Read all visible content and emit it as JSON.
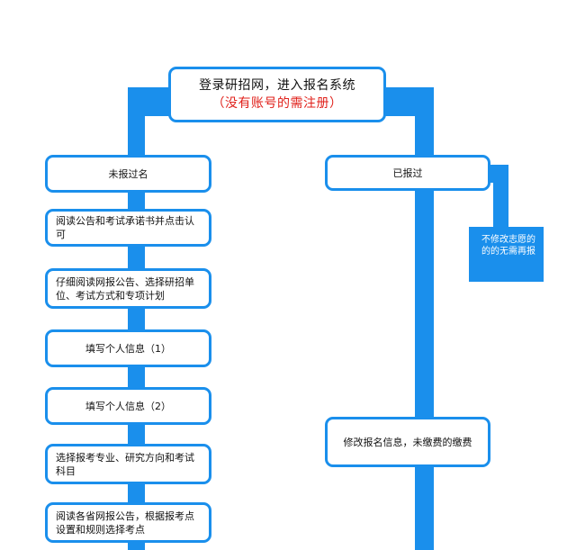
{
  "top": {
    "line1": "登录研招网，进入报名系统",
    "line2": "（没有账号的需注册）"
  },
  "left_branch": {
    "header": "未报过名",
    "steps": [
      "阅读公告和考试承诺书并点击认可",
      "仔细阅读网报公告、选择研招单位、考试方式和专项计划",
      "填写个人信息（1）",
      "填写个人信息（2）",
      "选择报考专业、研究方向和考试科目",
      "阅读各省网报公告，根据报考点设置和规则选择考点"
    ]
  },
  "right_branch": {
    "header": "已报过",
    "note": "不修改志愿的的的无需再报",
    "step": "修改报名信息，未缴费的缴费"
  },
  "colors": {
    "accent": "#1a8fec",
    "emphasis": "#e0211b"
  }
}
